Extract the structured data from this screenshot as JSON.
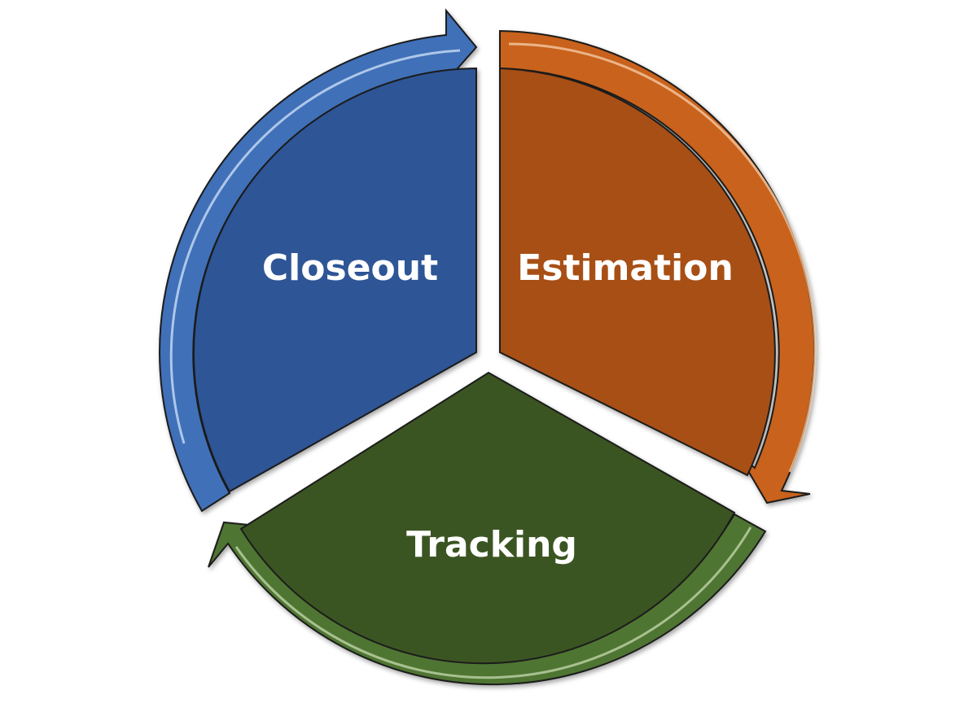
{
  "diagram": {
    "segments": [
      {
        "id": "estimation",
        "label": "Estimation",
        "color": "#a84f12",
        "arrow_color": "#c9621a",
        "highlight": "#f4c9a4"
      },
      {
        "id": "tracking",
        "label": "Tracking",
        "color": "#3a5523",
        "arrow_color": "#4f7433",
        "highlight": "#cfe3b8"
      },
      {
        "id": "closeout",
        "label": "Closeout",
        "color": "#2f5596",
        "arrow_color": "#3f6fb8",
        "highlight": "#d4e4fa"
      }
    ]
  }
}
